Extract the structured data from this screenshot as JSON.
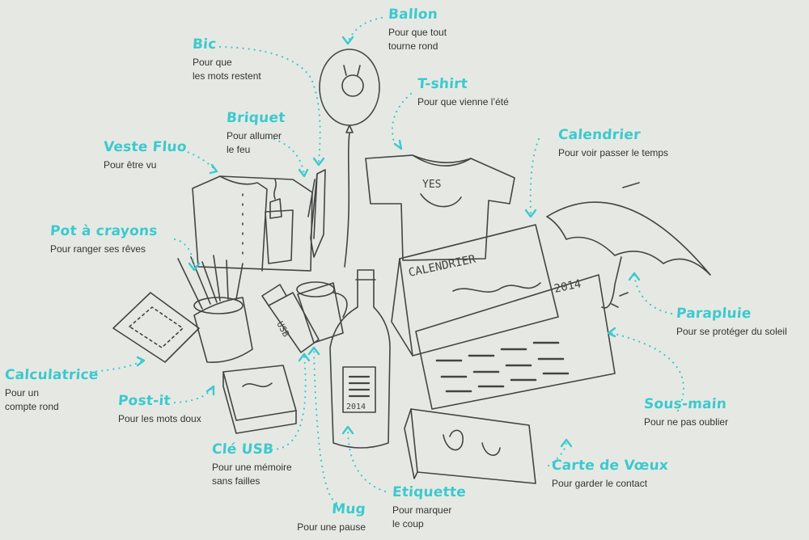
{
  "accent_color": "#3cc9cf",
  "sketch_color": "#444444",
  "items": [
    {
      "title": "Ballon",
      "desc": [
        "Pour que tout",
        "tourne rond"
      ]
    },
    {
      "title": "Bic",
      "desc": [
        "Pour que",
        "les mots restent"
      ]
    },
    {
      "title": "T-shirt",
      "desc": [
        "Pour que vienne l’été"
      ]
    },
    {
      "title": "Briquet",
      "desc": [
        "Pour allumer",
        "le feu"
      ]
    },
    {
      "title": "Calendrier",
      "desc": [
        "Pour voir passer le temps"
      ]
    },
    {
      "title": "Veste Fluo",
      "desc": [
        "Pour être vu"
      ]
    },
    {
      "title": "Pot à crayons",
      "desc": [
        "Pour ranger ses rêves"
      ]
    },
    {
      "title": "Parapluie",
      "desc": [
        "Pour se protéger du soleil"
      ]
    },
    {
      "title": "Calculatrice",
      "desc": [
        "Pour un",
        "compte rond"
      ]
    },
    {
      "title": "Post-it",
      "desc": [
        "Pour les mots doux"
      ]
    },
    {
      "title": "Sous-main",
      "desc": [
        "Pour ne pas oublier"
      ]
    },
    {
      "title": "Clé USB",
      "desc": [
        "Pour une mémoire",
        "sans failles"
      ]
    },
    {
      "title": "Carte de Vœux",
      "desc": [
        "Pour garder le contact"
      ]
    },
    {
      "title": "Etiquette",
      "desc": [
        "Pour marquer",
        "le coup"
      ]
    },
    {
      "title": "Mug",
      "desc": [
        "Pour une pause"
      ]
    }
  ],
  "sketch_text": {
    "tshirt": "YES",
    "calendar": "CALENDRIER",
    "calendar_year": "2014",
    "bottle_year": "2014",
    "usb": "USB"
  }
}
